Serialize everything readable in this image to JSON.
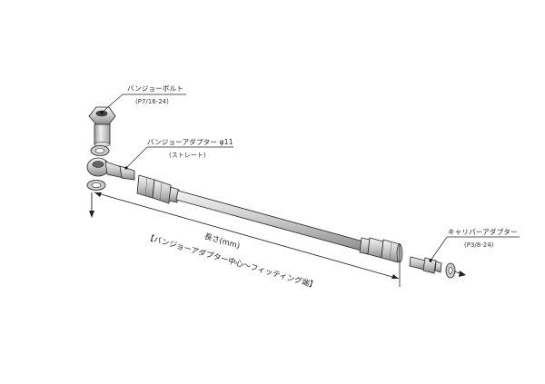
{
  "diagram": {
    "type": "brake hose assembly exploded view",
    "labels": {
      "banjo_bolt": {
        "name": "バンジョーボルト",
        "spec": "(P7/16-24)"
      },
      "banjo_adapter": {
        "name": "バンジョーアダプター φ11",
        "spec": "(ストレート)"
      },
      "caliper_adapter": {
        "name": "キャリパーアダプター",
        "spec": "(P3/8-24)"
      }
    },
    "dimension": {
      "length_label": "長さ(mm)",
      "length_note": "【バンジョーアダプター中心～フィッティング端】"
    },
    "colors": {
      "line": "#222222",
      "part_fill": "#d8d8d8",
      "part_dark": "#9a9a9a",
      "background": "#ffffff"
    }
  }
}
